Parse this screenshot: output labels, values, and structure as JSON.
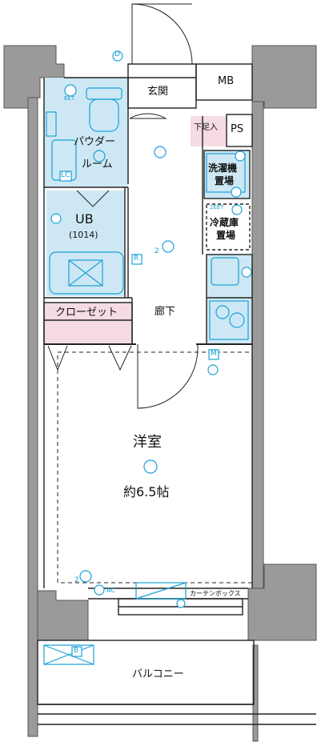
{
  "rooms": {
    "entrance": "玄関",
    "mb": "MB",
    "ps": "PS",
    "shoe_box": "下足入",
    "powder_room_line1": "パウダー",
    "powder_room_line2": "ルーム",
    "ub": "UB",
    "ub_size": "(1014)",
    "washer_line1": "洗濯機",
    "washer_line2": "置場",
    "fridge_line1": "冷蔵庫",
    "fridge_line2": "置場",
    "closet": "クローゼット",
    "hallway": "廊下",
    "western_room": "洋室",
    "western_room_size": "約6.5帖",
    "balcony": "バルコニー",
    "curtain_box": "カーテンボックス"
  },
  "symbols": {
    "d": "D",
    "r": "R",
    "m": "M",
    "b": "B",
    "lc": "LC",
    "ac": "AC",
    "two": "2",
    "eet": "EET",
    "two_eet": "2EET"
  },
  "colors": {
    "wall": "#9a9a9a",
    "wet_area": "#cde8f4",
    "closet": "#f6dbe3",
    "shoe_box": "#f6dbe3",
    "fixture_blue": "#1aa0d8",
    "line": "#222222"
  }
}
